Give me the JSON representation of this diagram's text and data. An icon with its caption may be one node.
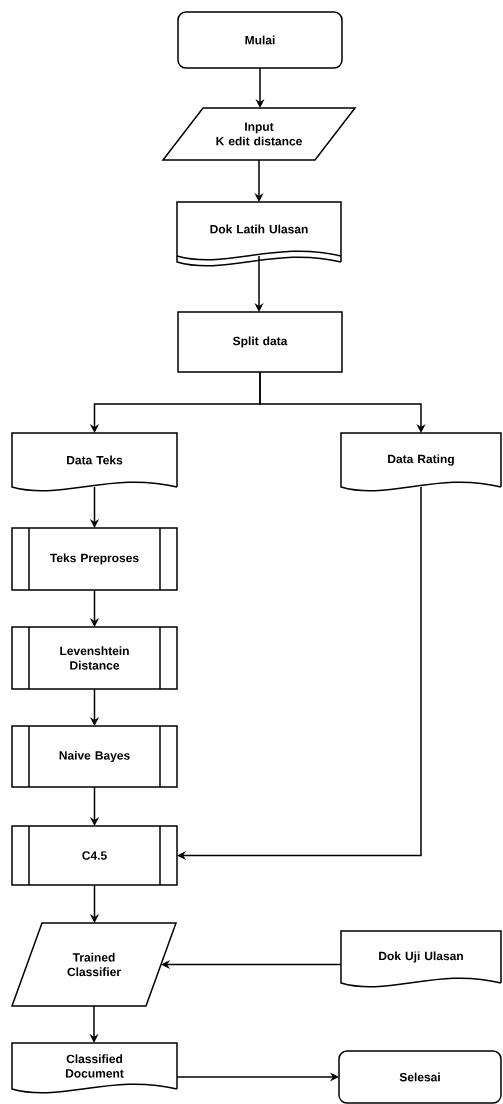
{
  "diagram": {
    "nodes": [
      {
        "text": [
          "Mulai"
        ]
      },
      {
        "text": [
          "Input K edit distance"
        ]
      },
      {
        "text": [
          "Dok Latih Ulasan"
        ]
      },
      {
        "text": [
          "Split data"
        ]
      },
      {
        "text": [
          "Data Teks"
        ]
      },
      {
        "text": [
          "Data Rating"
        ]
      },
      {
        "text": [
          "Teks Preproses"
        ]
      },
      {
        "text": [
          "Levenshtein Distance"
        ]
      },
      {
        "text": [
          "Naive Bayes"
        ]
      },
      {
        "text": [
          "C4.5"
        ]
      },
      {
        "text": [
          "Trained Classifier"
        ]
      },
      {
        "text": [
          "Dok Uji Ulasan"
        ]
      },
      {
        "text": [
          "Classified Document"
        ]
      },
      {
        "text": [
          "Selesai"
        ]
      }
    ],
    "edges": [
      {
        "from": 0,
        "to": 1,
        "arrow": "to"
      },
      {
        "from": 1,
        "to": 2,
        "arrow": "to"
      },
      {
        "from": 2,
        "to": 3,
        "arrow": "to"
      },
      {
        "from": 3,
        "to": 4,
        "arrow": "to"
      },
      {
        "from": 3,
        "to": 5,
        "arrow": "to"
      },
      {
        "from": 4,
        "to": 6,
        "arrow": "to"
      },
      {
        "from": 6,
        "to": 7,
        "arrow": "to"
      },
      {
        "from": 7,
        "to": 8,
        "arrow": "to"
      },
      {
        "from": 8,
        "to": 9,
        "arrow": "to"
      },
      {
        "from": 5,
        "to": 9,
        "arrow": "to"
      },
      {
        "from": 9,
        "to": 10,
        "arrow": "to"
      },
      {
        "from": 11,
        "to": 10,
        "arrow": "to"
      },
      {
        "from": 10,
        "to": 12,
        "arrow": "to"
      },
      {
        "from": 12,
        "to": 13,
        "arrow": "to"
      }
    ]
  }
}
